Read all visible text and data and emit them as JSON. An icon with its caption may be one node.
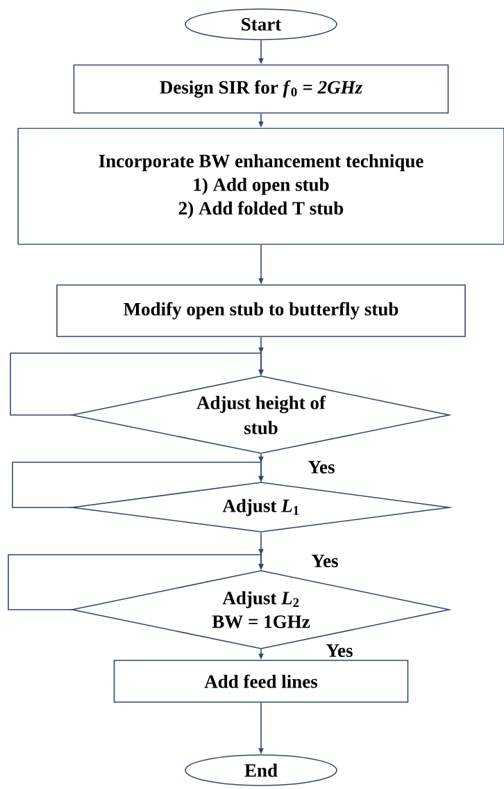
{
  "diagram": {
    "nodes": [
      {
        "text": [
          "Start"
        ]
      },
      {
        "text": [
          "Design SIR for *f*$_{0}$ = *2GHz*"
        ]
      },
      {
        "text": [
          "Incorporate BW enhancement technique",
          "1)   Add open stub",
          "2)   Add folded T stub"
        ]
      },
      {
        "text": [
          "Modify open stub to butterfly stub"
        ]
      },
      {
        "text": [
          "Adjust height of stub"
        ]
      },
      {
        "text": [
          "Adjust *L*$_{1}$"
        ]
      },
      {
        "text": [
          "Adjust *L*$_{2}$",
          "BW  = 1GHz"
        ]
      },
      {
        "text": [
          "Add feed lines"
        ]
      },
      {
        "text": [
          "End"
        ]
      }
    ],
    "edges": [
      {
        "from": 0,
        "to": 1,
        "arrow": "to"
      },
      {
        "from": 1,
        "to": 2,
        "arrow": "to"
      },
      {
        "from": 2,
        "to": 3,
        "arrow": "to"
      },
      {
        "from": 3,
        "to": 4,
        "arrow": "to"
      },
      {
        "from": 4,
        "to": 4,
        "arrow": "to"
      },
      {
        "from": 4,
        "to": 5,
        "arrow": "to",
        "label": "Yes"
      },
      {
        "from": 5,
        "to": 5,
        "arrow": "to"
      },
      {
        "from": 5,
        "to": 6,
        "arrow": "to",
        "label": "Yes"
      },
      {
        "from": 6,
        "to": 6,
        "arrow": "to"
      },
      {
        "from": 6,
        "to": 7,
        "arrow": "to",
        "label": "Yes"
      },
      {
        "from": 7,
        "to": 8,
        "arrow": "to"
      }
    ]
  }
}
